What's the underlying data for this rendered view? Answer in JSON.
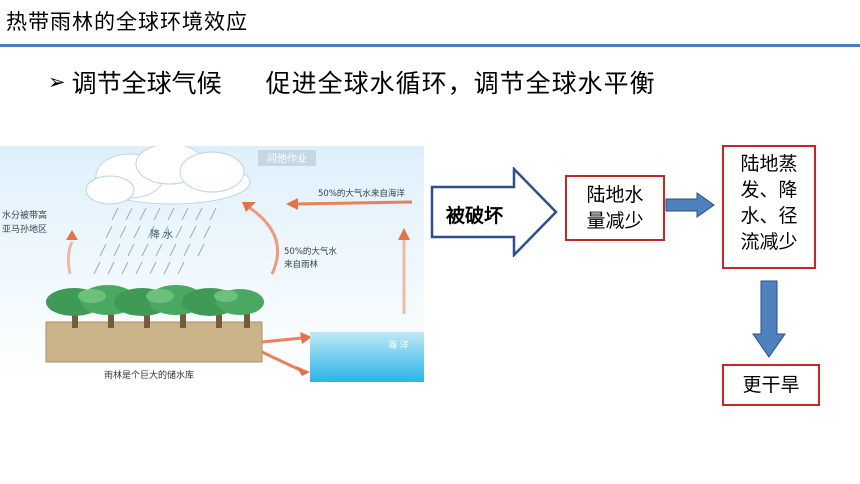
{
  "title": "热带雨林的全球环境效应",
  "bullet": {
    "marker": "➢",
    "main": "调节全球气候",
    "sub": "促进全球水循环，调节全球水平衡"
  },
  "illustration": {
    "watermark": "问他作业",
    "label_left_1": "水分被带高",
    "label_left_2": "亚马孙地区",
    "label_rain": "降 水",
    "label_ocean_top": "50%的大气水来自海洋",
    "label_forest_1": "50%的大气水",
    "label_forest_2": "来自雨林",
    "label_sea": "海 洋",
    "caption": "雨林是个巨大的储水库"
  },
  "flow": {
    "arrow_label": "被破坏",
    "box1": "陆地水量减少",
    "box1_line1": "陆地水",
    "box1_line2": "量减少",
    "box2_line1": "陆地蒸",
    "box2_line2": "发、降",
    "box2_line3": "水、径",
    "box2_line4": "流减少",
    "box3": "更干旱"
  },
  "colors": {
    "title_rule": "#4f7fb8",
    "box_border": "#c0282e",
    "flow_arrow": "#4f81bd",
    "outline_arrow": "#2e4f8a"
  }
}
